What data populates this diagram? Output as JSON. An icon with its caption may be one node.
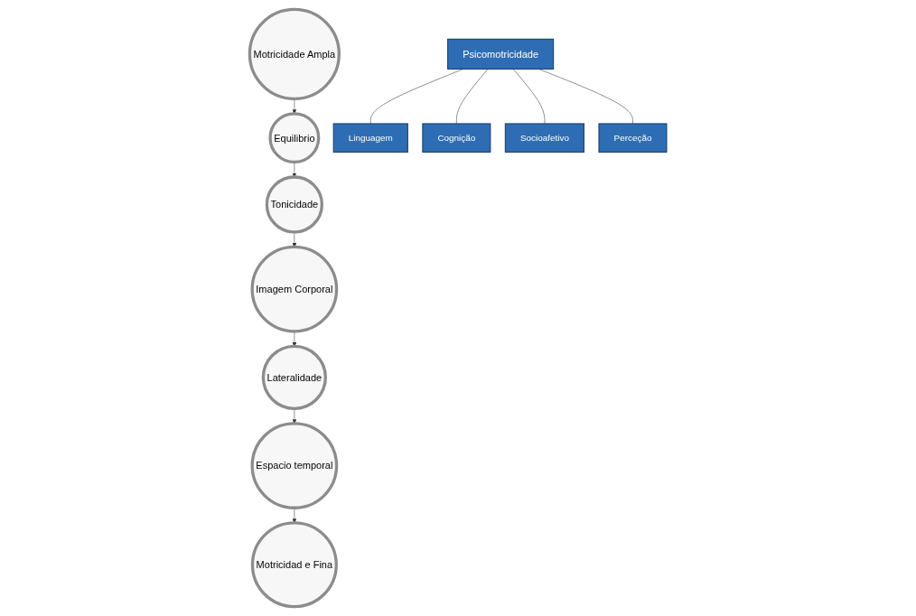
{
  "diagram": {
    "nodes": [
      {
        "text": [
          "Motricidade Ampla"
        ]
      },
      {
        "text": [
          "Equilibrio"
        ]
      },
      {
        "text": [
          "Tonicidade"
        ]
      },
      {
        "text": [
          "Imagem Corporal"
        ]
      },
      {
        "text": [
          "Lateralidade"
        ]
      },
      {
        "text": [
          "Espacio temporal"
        ]
      },
      {
        "text": [
          "Motricidad e Fina"
        ]
      },
      {
        "text": [
          "Psicomotricidade"
        ]
      },
      {
        "text": [
          "Linguagem"
        ]
      },
      {
        "text": [
          "Cognição"
        ]
      },
      {
        "text": [
          "Socioafetivo"
        ]
      },
      {
        "text": [
          "Perceção"
        ]
      }
    ],
    "edges": [
      {
        "from": 0,
        "to": 1,
        "arrow": "to"
      },
      {
        "from": 1,
        "to": 2,
        "arrow": "to"
      },
      {
        "from": 2,
        "to": 3,
        "arrow": "to"
      },
      {
        "from": 3,
        "to": 4,
        "arrow": "to"
      },
      {
        "from": 4,
        "to": 5,
        "arrow": "to"
      },
      {
        "from": 5,
        "to": 6,
        "arrow": "to"
      },
      {
        "from": 7,
        "to": 8,
        "arrow": "none"
      },
      {
        "from": 7,
        "to": 9,
        "arrow": "none"
      },
      {
        "from": 7,
        "to": 10,
        "arrow": "none"
      },
      {
        "from": 7,
        "to": 11,
        "arrow": "none"
      }
    ]
  }
}
